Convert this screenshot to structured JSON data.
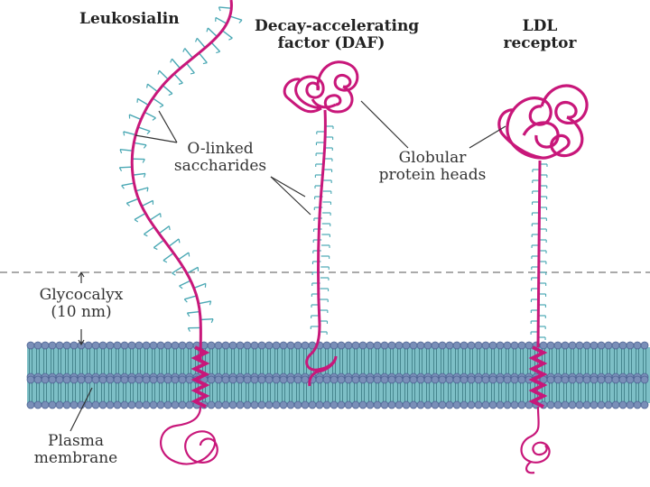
{
  "labels": {
    "leukosialin": "Leukosialin",
    "daf_line1": "Decay-accelerating",
    "daf_line2": "factor (DAF)",
    "ldl_line1": "LDL",
    "ldl_line2": "receptor",
    "olinked_line1": "O-linked",
    "olinked_line2": "saccharides",
    "globular_line1": "Globular",
    "globular_line2": "protein heads",
    "glycocalyx_line1": "Glycocalyx",
    "glycocalyx_line2": "(10 nm)",
    "plasma_line1": "Plasma",
    "plasma_line2": "membrane"
  },
  "colors": {
    "protein": "#c8177a",
    "saccharide": "#4aa8b4",
    "lipid_head": "#7a8fb8",
    "lipid_head_edge": "#4e6494",
    "bilayer_core": "#7dbfc6",
    "dashed_line": "#777777",
    "text": "#222222"
  }
}
